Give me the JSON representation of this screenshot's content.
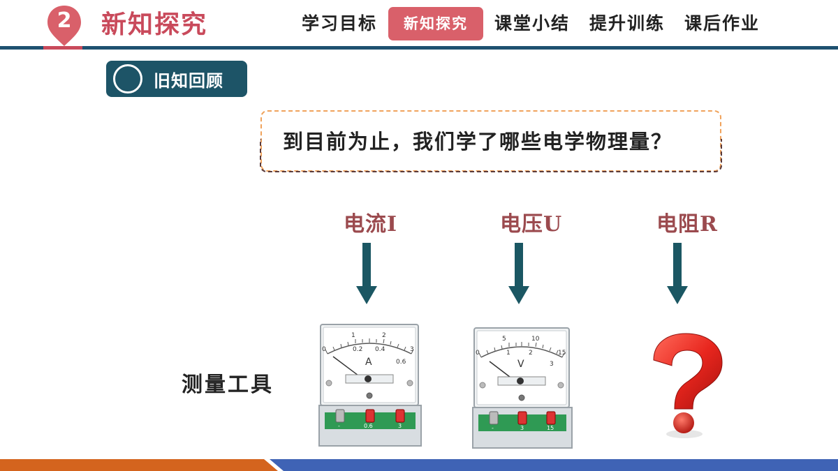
{
  "header": {
    "section_number": "2",
    "section_title": "新知探究",
    "nav": [
      {
        "label": "学习目标",
        "active": false
      },
      {
        "label": "新知探究",
        "active": true
      },
      {
        "label": "课堂小结",
        "active": false
      },
      {
        "label": "提升训练",
        "active": false
      },
      {
        "label": "课后作业",
        "active": false
      }
    ]
  },
  "review": {
    "label": "旧知回顾"
  },
  "question": "到目前为止，我们学了哪些电学物理量？",
  "quantities": [
    {
      "label": "电流I"
    },
    {
      "label": "电压U"
    },
    {
      "label": "电阻R"
    }
  ],
  "tools_label": "测量工具",
  "ammeter": {
    "top_scale": [
      "0",
      "1",
      "2",
      "3"
    ],
    "bottom_scale": [
      "0.2",
      "0.4",
      "0.6"
    ],
    "unit": "A",
    "terminals": [
      "-",
      "0.6",
      "3"
    ]
  },
  "voltmeter": {
    "top_scale": [
      "0",
      "5",
      "10",
      "15"
    ],
    "bottom_scale": [
      "1",
      "2",
      "3"
    ],
    "unit": "V",
    "terminals": [
      "-",
      "3",
      "15"
    ]
  },
  "colors": {
    "accent": "#c94a5b",
    "nav_active": "#d9606a",
    "navy": "#1e5170",
    "teal_tag": "#1d5467",
    "arrow": "#1b5763",
    "quantity_text": "#9b4a4e",
    "footer_orange": "#d4641e",
    "footer_blue": "#3f63b5"
  },
  "icons": {
    "badge": "map-pin-badge",
    "review": "circle-icon",
    "unknown_tool": "question-mark-icon"
  }
}
